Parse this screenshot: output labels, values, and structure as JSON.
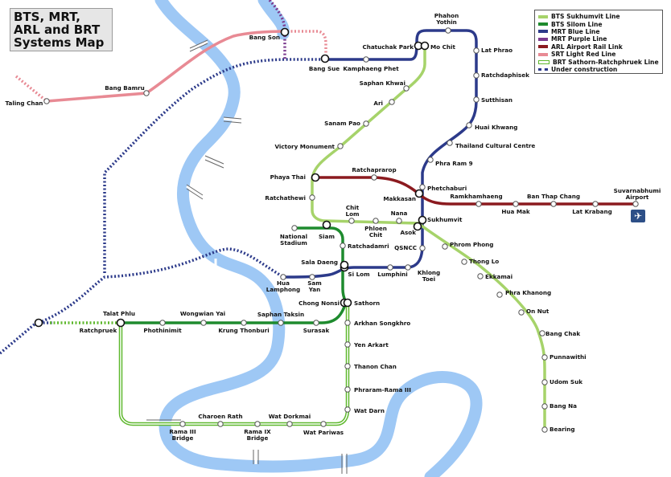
{
  "title": [
    "BTS, MRT,",
    "ARL and BRT",
    "Systems Map"
  ],
  "legend": [
    {
      "label": "BTS Sukhumvit Line",
      "color": "#a6d36a",
      "style": "solid"
    },
    {
      "label": "BTS Silom Line",
      "color": "#1e8b2e",
      "style": "solid"
    },
    {
      "label": "MRT Blue Line",
      "color": "#2c3a8a",
      "style": "solid"
    },
    {
      "label": "MRT Purple Line",
      "color": "#7b3a8e",
      "style": "solid"
    },
    {
      "label": "ARL Airport Rail Link",
      "color": "#8b1a1f",
      "style": "solid"
    },
    {
      "label": "SRT Light Red Line",
      "color": "#e88a94",
      "style": "solid"
    },
    {
      "label": "BRT Sathorn-Ratchphruek Line",
      "color": "#5fb82e",
      "style": "double"
    },
    {
      "label": "Under construction",
      "color": "#2c3a8a",
      "style": "dotted"
    }
  ],
  "airport_icon": "airplane-icon",
  "stations": {
    "phahon_yothin": "Phahon\nYothin",
    "chatuchak_park": "Chatuchak Park",
    "mo_chit": "Mo Chit",
    "lat_phrao": "Lat Phrao",
    "ratchadaphisek": "Ratchdaphisek",
    "sutthisan": "Sutthisan",
    "huai_khwang": "Huai Khwang",
    "thailand_cultural_centre": "Thailand Cultural Centre",
    "phra_ram_9": "Phra Ram 9",
    "phetchaburi": "Phetchaburi",
    "makkasan": "Makkasan",
    "sukhumvit": "Sukhumvit",
    "asok": "Asok",
    "qsncc": "QSNCC",
    "khlong_toei": "Khlong\nToei",
    "lumphini": "Lumphini",
    "si_lom": "Si Lom",
    "sam_yan": "Sam\nYan",
    "hua_lamphong": "Hua\nLamphong",
    "bang_son": "Bang Son",
    "bang_sue": "Bang Sue",
    "kamphaeng_phet": "Kamphaeng Phet",
    "bang_bamru": "Bang Bamru",
    "taling_chan": "Taling Chan",
    "saphan_khwai": "Saphan Khwai",
    "ari": "Ari",
    "sanam_pao": "Sanam Pao",
    "victory_monument": "Victory Monument",
    "phaya_thai": "Phaya Thai",
    "ratchaprarop": "Ratchaprarop",
    "ratchathewi": "Ratchathewi",
    "chit_lom": "Chit\nLom",
    "nana": "Nana",
    "phloen_chit": "Phloen\nChit",
    "siam": "Siam",
    "national_stadium": "National\nStadium",
    "ratchadamri": "Ratchadamri",
    "sala_daeng": "Sala Daeng",
    "ramkhamhaeng": "Ramkhamhaeng",
    "hua_mak": "Hua Mak",
    "ban_thap_chang": "Ban Thap Chang",
    "lat_krabang": "Lat Krabang",
    "suvarnabhumi_airport": "Suvarnabhumi\nAirport",
    "phrom_phong": "Phrom Phong",
    "thong_lo": "Thong Lo",
    "ekkamai": "Ekkamai",
    "phra_khanong": "Phra Khanong",
    "on_nut": "On Nut",
    "bang_chak": "Bang Chak",
    "punnawithi": "Punnawithi",
    "udom_suk": "Udom Suk",
    "bang_na": "Bang Na",
    "bearing": "Bearing",
    "chong_nonsi": "Chong Nonsi",
    "sathorn": "Sathorn",
    "saphan_taksin": "Saphan Taksin",
    "surasak": "Surasak",
    "wongwian_yai": "Wongwian Yai",
    "krung_thonburi": "Krung Thonburi",
    "talat_phlu": "Talat Phlu",
    "ratchpruek": "Ratchpruek",
    "phothinimit": "Phothinimit",
    "arkhan_songkhro": "Arkhan Songkhro",
    "yen_arkart": "Yen Arkart",
    "thanon_chan": "Thanon Chan",
    "phraram_rama_iii": "Phraram-Rama III",
    "wat_darn": "Wat Darn",
    "wat_pariwas": "Wat Pariwas",
    "wat_dorkmai": "Wat Dorkmai",
    "rama_ix_bridge": "Rama IX\nBridge",
    "charoen_rath": "Charoen Rath",
    "rama_iii_bridge": "Rama III\nBridge"
  }
}
